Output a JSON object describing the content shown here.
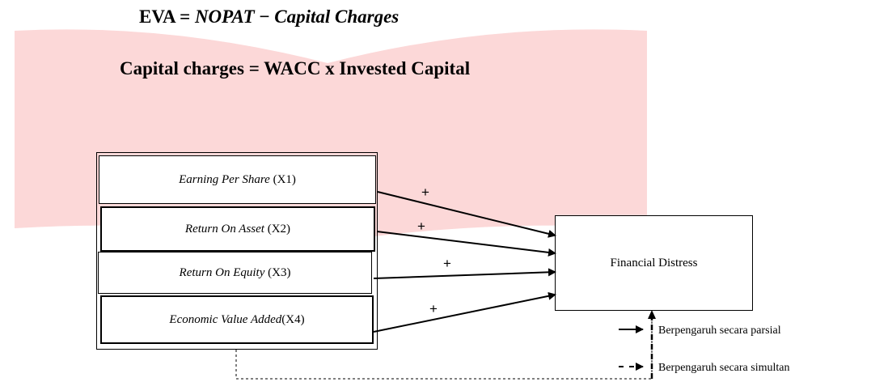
{
  "formulas": {
    "eva": {
      "lhs": "EVA",
      "eq": " = ",
      "t1": "NOPAT",
      "minus": " − ",
      "t2": "Capital Charges"
    },
    "capital_charges": "Capital charges = WACC x Invested Capital"
  },
  "variables": [
    {
      "italic": "Earning Per Share",
      "code": "(X1)"
    },
    {
      "italic": "Return On Asset",
      "code": "(X2)"
    },
    {
      "italic": "Return On Equity",
      "code": "(X3)"
    },
    {
      "italic": "Economic Value Added",
      "code": "(X4)"
    }
  ],
  "dependent": "Financial Distress",
  "signs": [
    "+",
    "+",
    "+",
    "+"
  ],
  "legend": {
    "partial": "Berpengaruh secara parsial",
    "simultaneous": "Berpengaruh secara simultan"
  },
  "colors": {
    "watermark": "#fcd8d8",
    "stroke": "#000000"
  }
}
